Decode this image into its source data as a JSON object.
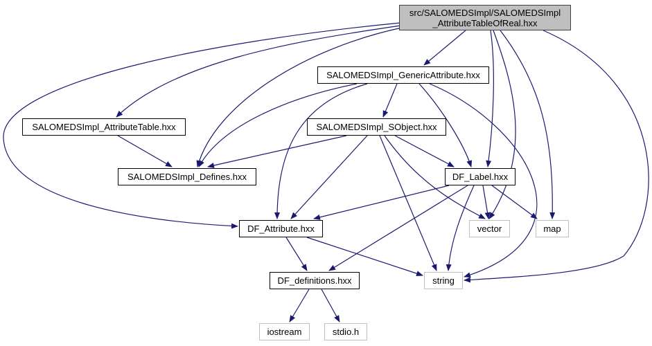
{
  "diagram": {
    "title": "Include dependency graph",
    "edge_color": "#191970",
    "colors": {
      "root_fill": "#bfbfbf",
      "root_border": "#404040",
      "internal_border": "#000000",
      "external_border": "#bfbfbf"
    },
    "nodes": [
      {
        "id": "root",
        "line1": "src/SALOMEDSImpl/SALOMEDSImpl",
        "line2": "_AttributeTableOfReal.hxx",
        "kind": "root"
      },
      {
        "id": "generic",
        "label": "SALOMEDSImpl_GenericAttribute.hxx",
        "kind": "internal"
      },
      {
        "id": "attrtable",
        "label": "SALOMEDSImpl_AttributeTable.hxx",
        "kind": "internal"
      },
      {
        "id": "sobject",
        "label": "SALOMEDSImpl_SObject.hxx",
        "kind": "internal"
      },
      {
        "id": "defines",
        "label": "SALOMEDSImpl_Defines.hxx",
        "kind": "internal"
      },
      {
        "id": "dflabel",
        "label": "DF_Label.hxx",
        "kind": "internal"
      },
      {
        "id": "dfattr",
        "label": "DF_Attribute.hxx",
        "kind": "internal"
      },
      {
        "id": "vector",
        "label": "vector",
        "kind": "external"
      },
      {
        "id": "map",
        "label": "map",
        "kind": "external"
      },
      {
        "id": "dfdefs",
        "label": "DF_definitions.hxx",
        "kind": "internal"
      },
      {
        "id": "string",
        "label": "string",
        "kind": "external"
      },
      {
        "id": "iostream",
        "label": "iostream",
        "kind": "external"
      },
      {
        "id": "stdio",
        "label": "stdio.h",
        "kind": "external"
      }
    ],
    "edges": [
      {
        "from": "root",
        "to": "generic"
      },
      {
        "from": "root",
        "to": "attrtable"
      },
      {
        "from": "root",
        "to": "defines"
      },
      {
        "from": "root",
        "to": "dfattr"
      },
      {
        "from": "root",
        "to": "dflabel"
      },
      {
        "from": "root",
        "to": "vector"
      },
      {
        "from": "root",
        "to": "map"
      },
      {
        "from": "root",
        "to": "string"
      },
      {
        "from": "generic",
        "to": "defines"
      },
      {
        "from": "generic",
        "to": "sobject"
      },
      {
        "from": "generic",
        "to": "dfattr"
      },
      {
        "from": "generic",
        "to": "dflabel"
      },
      {
        "from": "generic",
        "to": "string"
      },
      {
        "from": "attrtable",
        "to": "defines"
      },
      {
        "from": "sobject",
        "to": "defines"
      },
      {
        "from": "sobject",
        "to": "dfattr"
      },
      {
        "from": "sobject",
        "to": "dflabel"
      },
      {
        "from": "sobject",
        "to": "string"
      },
      {
        "from": "sobject",
        "to": "vector"
      },
      {
        "from": "dflabel",
        "to": "dfattr"
      },
      {
        "from": "dflabel",
        "to": "dfdefs"
      },
      {
        "from": "dflabel",
        "to": "string"
      },
      {
        "from": "dflabel",
        "to": "vector"
      },
      {
        "from": "dflabel",
        "to": "map"
      },
      {
        "from": "dfattr",
        "to": "dfdefs"
      },
      {
        "from": "dfattr",
        "to": "string"
      },
      {
        "from": "dfdefs",
        "to": "iostream"
      },
      {
        "from": "dfdefs",
        "to": "stdio"
      }
    ]
  }
}
